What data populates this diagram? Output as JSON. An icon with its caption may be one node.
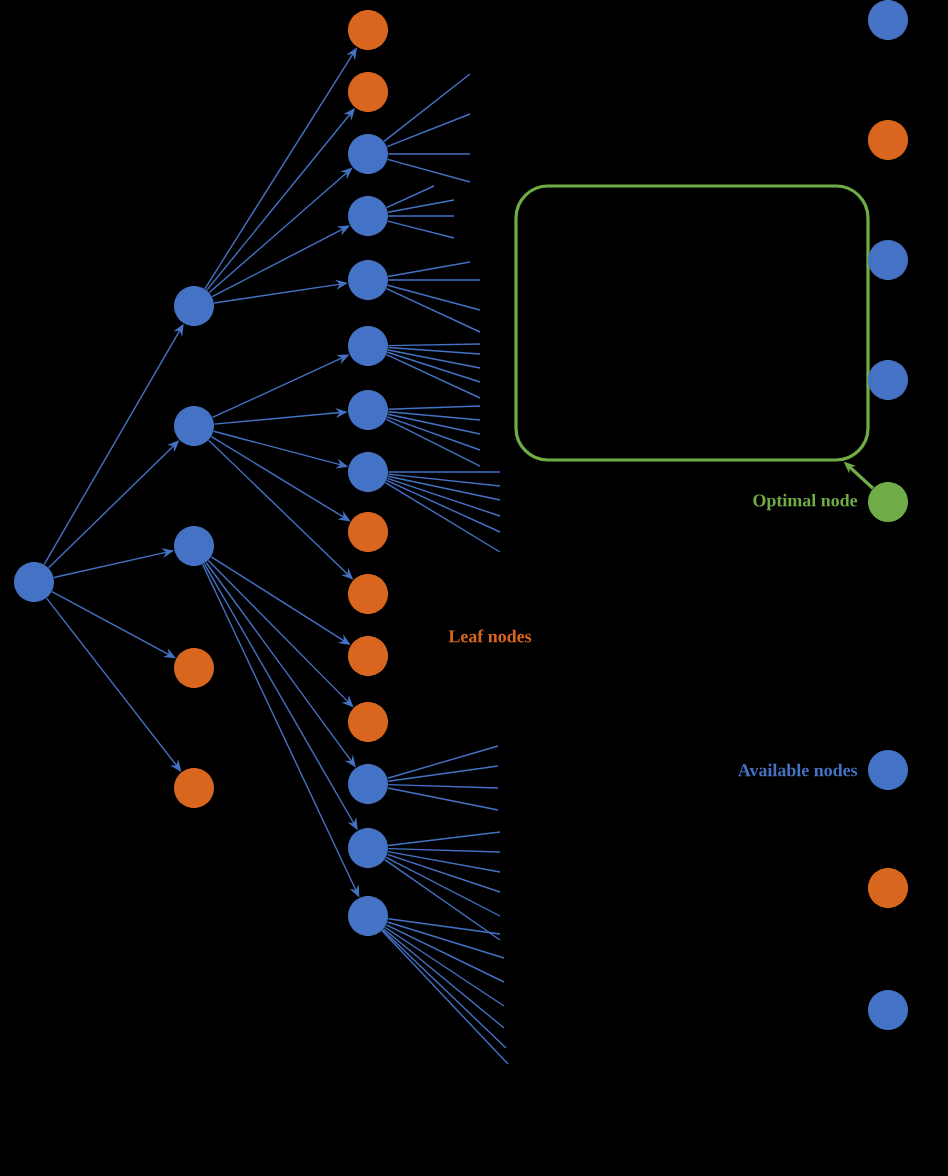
{
  "diagram": {
    "nodes": [
      {
        "text": [],
        "shape": "circle"
      },
      {
        "text": [],
        "shape": "circle"
      },
      {
        "text": [],
        "shape": "circle"
      },
      {
        "text": [],
        "shape": "circle"
      },
      {
        "text": [],
        "shape": "circle"
      },
      {
        "text": [],
        "shape": "circle"
      },
      {
        "text": [],
        "shape": "circle"
      },
      {
        "text": [],
        "shape": "circle"
      },
      {
        "text": [],
        "shape": "circle"
      },
      {
        "text": [],
        "shape": "circle"
      },
      {
        "text": [],
        "shape": "circle"
      },
      {
        "text": [],
        "shape": "circle"
      },
      {
        "text": [],
        "shape": "circle"
      },
      {
        "text": [],
        "shape": "circle"
      },
      {
        "text": [],
        "shape": "circle"
      },
      {
        "text": [],
        "shape": "circle"
      },
      {
        "text": [],
        "shape": "circle"
      },
      {
        "text": [],
        "shape": "circle"
      },
      {
        "text": [],
        "shape": "circle"
      },
      {
        "text": [],
        "shape": "circle"
      },
      {
        "text": [],
        "shape": "circle"
      },
      {
        "text": [],
        "shape": "box"
      },
      {
        "text": [],
        "shape": "circle"
      },
      {
        "text": [],
        "shape": "circle"
      },
      {
        "text": [],
        "shape": "circle"
      },
      {
        "text": [],
        "shape": "circle"
      },
      {
        "text": [],
        "shape": "circle",
        "beside": [
          "Optimal node"
        ]
      },
      {
        "text": [],
        "shape": "circle",
        "beside": [
          "Available nodes"
        ]
      },
      {
        "text": [],
        "shape": "circle"
      },
      {
        "text": [],
        "shape": "circle"
      }
    ],
    "edges": [
      {
        "from": 0,
        "to": 1,
        "arrow": "to"
      },
      {
        "from": 0,
        "to": 2,
        "arrow": "to"
      },
      {
        "from": 0,
        "to": 3,
        "arrow": "to"
      },
      {
        "from": 0,
        "to": 4,
        "arrow": "to"
      },
      {
        "from": 0,
        "to": 5,
        "arrow": "to"
      },
      {
        "from": 1,
        "to": 6,
        "arrow": "to"
      },
      {
        "from": 1,
        "to": 7,
        "arrow": "to"
      },
      {
        "from": 1,
        "to": 8,
        "arrow": "to"
      },
      {
        "from": 1,
        "to": 9,
        "arrow": "to"
      },
      {
        "from": 1,
        "to": 10,
        "arrow": "to"
      },
      {
        "from": 2,
        "to": 11,
        "arrow": "to"
      },
      {
        "from": 2,
        "to": 12,
        "arrow": "to"
      },
      {
        "from": 2,
        "to": 13,
        "arrow": "to"
      },
      {
        "from": 2,
        "to": 14,
        "arrow": "to"
      },
      {
        "from": 2,
        "to": 15,
        "arrow": "to"
      },
      {
        "from": 3,
        "to": 16,
        "arrow": "to"
      },
      {
        "from": 3,
        "to": 17,
        "arrow": "to"
      },
      {
        "from": 3,
        "to": 18,
        "arrow": "to"
      },
      {
        "from": 3,
        "to": 19,
        "arrow": "to"
      },
      {
        "from": 3,
        "to": 20,
        "arrow": "to"
      },
      {
        "from": 26,
        "to": 21,
        "arrow": "to",
        "color": "#70ad47"
      },
      {
        "from": 8,
        "to": null,
        "arrow": "none"
      },
      {
        "from": 8,
        "to": null,
        "arrow": "none"
      },
      {
        "from": 8,
        "to": null,
        "arrow": "none"
      },
      {
        "from": 8,
        "to": null,
        "arrow": "none"
      },
      {
        "from": 9,
        "to": null,
        "arrow": "none"
      },
      {
        "from": 9,
        "to": null,
        "arrow": "none"
      },
      {
        "from": 9,
        "to": null,
        "arrow": "none"
      },
      {
        "from": 9,
        "to": null,
        "arrow": "none"
      },
      {
        "from": 10,
        "to": null,
        "arrow": "none"
      },
      {
        "from": 10,
        "to": null,
        "arrow": "none"
      },
      {
        "from": 10,
        "to": null,
        "arrow": "none"
      },
      {
        "from": 10,
        "to": null,
        "arrow": "none"
      },
      {
        "from": 11,
        "to": null,
        "arrow": "none"
      },
      {
        "from": 11,
        "to": null,
        "arrow": "none"
      },
      {
        "from": 11,
        "to": null,
        "arrow": "none"
      },
      {
        "from": 11,
        "to": null,
        "arrow": "none"
      },
      {
        "from": 11,
        "to": null,
        "arrow": "none"
      },
      {
        "from": 12,
        "to": null,
        "arrow": "none"
      },
      {
        "from": 12,
        "to": null,
        "arrow": "none"
      },
      {
        "from": 12,
        "to": null,
        "arrow": "none"
      },
      {
        "from": 12,
        "to": null,
        "arrow": "none"
      },
      {
        "from": 12,
        "to": null,
        "arrow": "none"
      },
      {
        "from": 13,
        "to": null,
        "arrow": "none"
      },
      {
        "from": 13,
        "to": null,
        "arrow": "none"
      },
      {
        "from": 13,
        "to": null,
        "arrow": "none"
      },
      {
        "from": 13,
        "to": null,
        "arrow": "none"
      },
      {
        "from": 13,
        "to": null,
        "arrow": "none"
      },
      {
        "from": 13,
        "to": null,
        "arrow": "none"
      },
      {
        "from": 18,
        "to": null,
        "arrow": "none"
      },
      {
        "from": 18,
        "to": null,
        "arrow": "none"
      },
      {
        "from": 18,
        "to": null,
        "arrow": "none"
      },
      {
        "from": 18,
        "to": null,
        "arrow": "none"
      },
      {
        "from": 19,
        "to": null,
        "arrow": "none"
      },
      {
        "from": 19,
        "to": null,
        "arrow": "none"
      },
      {
        "from": 19,
        "to": null,
        "arrow": "none"
      },
      {
        "from": 19,
        "to": null,
        "arrow": "none"
      },
      {
        "from": 19,
        "to": null,
        "arrow": "none"
      },
      {
        "from": 19,
        "to": null,
        "arrow": "none"
      },
      {
        "from": 20,
        "to": null,
        "arrow": "none"
      },
      {
        "from": 20,
        "to": null,
        "arrow": "none"
      },
      {
        "from": 20,
        "to": null,
        "arrow": "none"
      },
      {
        "from": 20,
        "to": null,
        "arrow": "none"
      },
      {
        "from": 20,
        "to": null,
        "arrow": "none"
      },
      {
        "from": 20,
        "to": null,
        "arrow": "none"
      },
      {
        "from": 20,
        "to": null,
        "arrow": "none"
      }
    ],
    "labels": [
      "Leaf nodes"
    ]
  }
}
